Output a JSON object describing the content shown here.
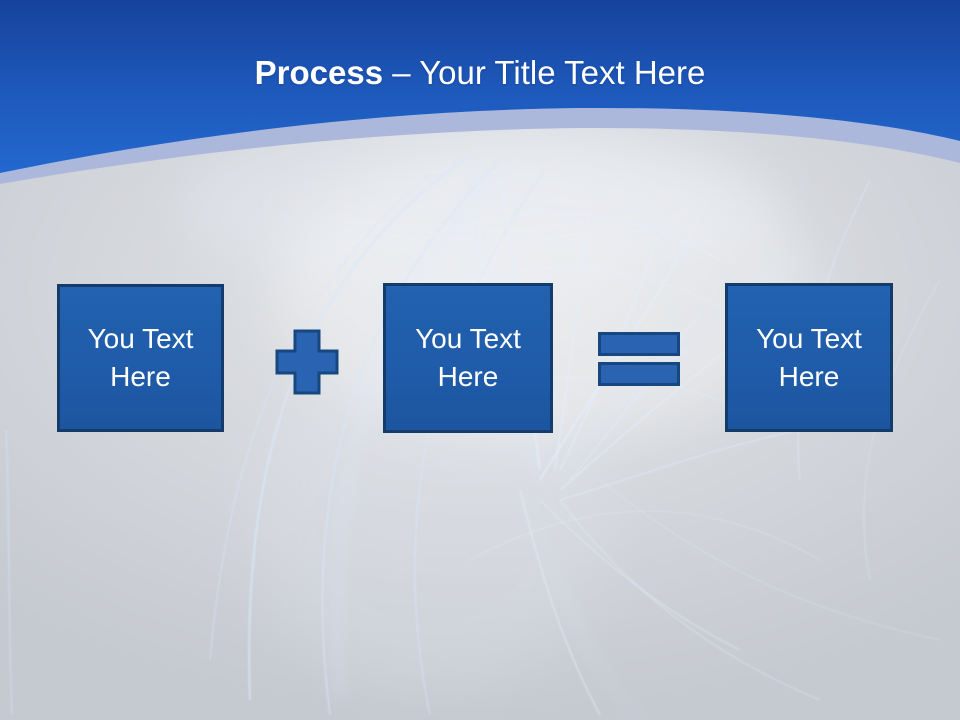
{
  "slide": {
    "title": {
      "emphasis": "Process",
      "rest": " – Your Title Text Here"
    },
    "boxes": [
      {
        "label": "You Text Here"
      },
      {
        "label": "You Text Here"
      },
      {
        "label": "You Text Here"
      }
    ],
    "operators": [
      {
        "name": "plus",
        "symbol": "+"
      },
      {
        "name": "equals",
        "symbol": "="
      }
    ]
  },
  "colors": {
    "header_top": "#16429c",
    "header_bottom": "#2368cf",
    "band": "#abb8dc",
    "body_light": "#e3e5e8",
    "body_dark": "#c5c9d0",
    "box_fill": "#1f5ba9",
    "box_border": "#143c6b",
    "shape_fill": "#2a63b1",
    "shape_border": "#16477f",
    "title_text": "#ffffff",
    "box_text": "#ffffff"
  }
}
